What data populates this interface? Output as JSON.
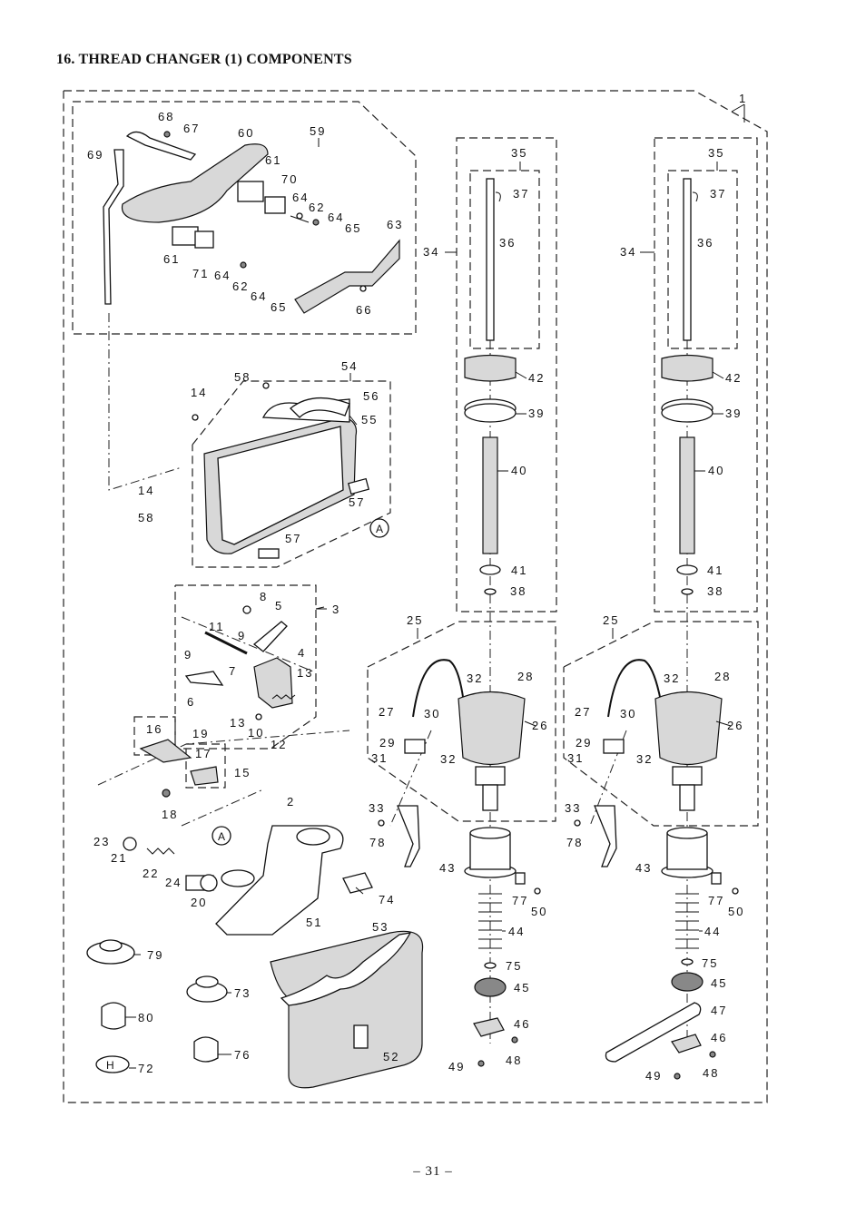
{
  "title": "16. THREAD CHANGER (1) COMPONENTS",
  "page_number": "– 31 –",
  "callouts": {
    "c1": "1",
    "c2": "2",
    "c3": "3",
    "c4": "4",
    "c5": "5",
    "c6": "6",
    "c7": "7",
    "c8": "8",
    "c9a": "9",
    "c9b": "9",
    "c10": "10",
    "c11": "11",
    "c12": "12",
    "c13a": "13",
    "c13b": "13",
    "c14a": "14",
    "c14b": "14",
    "c15": "15",
    "c16": "16",
    "c17": "17",
    "c18": "18",
    "c19": "19",
    "c20": "20",
    "c21": "21",
    "c22": "22",
    "c23": "23",
    "c24": "24",
    "c25l": "25",
    "c25r": "25",
    "c26l": "26",
    "c26r": "26",
    "c27l": "27",
    "c27r": "27",
    "c28l": "28",
    "c28r": "28",
    "c29l": "29",
    "c29r": "29",
    "c30l": "30",
    "c30r": "30",
    "c31l": "31",
    "c31r": "31",
    "c32la": "32",
    "c32lb": "32",
    "c32ra": "32",
    "c32rb": "32",
    "c33l": "33",
    "c33r": "33",
    "c34l": "34",
    "c34r": "34",
    "c35l": "35",
    "c35r": "35",
    "c36l": "36",
    "c36r": "36",
    "c37l": "37",
    "c37r": "37",
    "c38l": "38",
    "c38r": "38",
    "c39l": "39",
    "c39r": "39",
    "c40l": "40",
    "c40r": "40",
    "c41l": "41",
    "c41r": "41",
    "c42l": "42",
    "c42r": "42",
    "c43l": "43",
    "c43r": "43",
    "c44l": "44",
    "c44r": "44",
    "c45l": "45",
    "c45r": "45",
    "c46l": "46",
    "c46r": "46",
    "c47": "47",
    "c48l": "48",
    "c48r": "48",
    "c49l": "49",
    "c49r": "49",
    "c50l": "50",
    "c50r": "50",
    "c51": "51",
    "c52": "52",
    "c53": "53",
    "c54": "54",
    "c55": "55",
    "c56": "56",
    "c57a": "57",
    "c57b": "57",
    "c58a": "58",
    "c58b": "58",
    "c59": "59",
    "c60": "60",
    "c61a": "61",
    "c61b": "61",
    "c62a": "62",
    "c62b": "62",
    "c63": "63",
    "c64a": "64",
    "c64b": "64",
    "c64c": "64",
    "c64d": "64",
    "c65a": "65",
    "c65b": "65",
    "c66": "66",
    "c67": "67",
    "c68": "68",
    "c69": "69",
    "c70": "70",
    "c71": "71",
    "c72": "72",
    "c73": "73",
    "c74": "74",
    "c75l": "75",
    "c75r": "75",
    "c76": "76",
    "c77l": "77",
    "c77r": "77",
    "c78l": "78",
    "c78r": "78",
    "c79": "79",
    "c80": "80",
    "ref_a1": "A",
    "ref_a2": "A"
  }
}
